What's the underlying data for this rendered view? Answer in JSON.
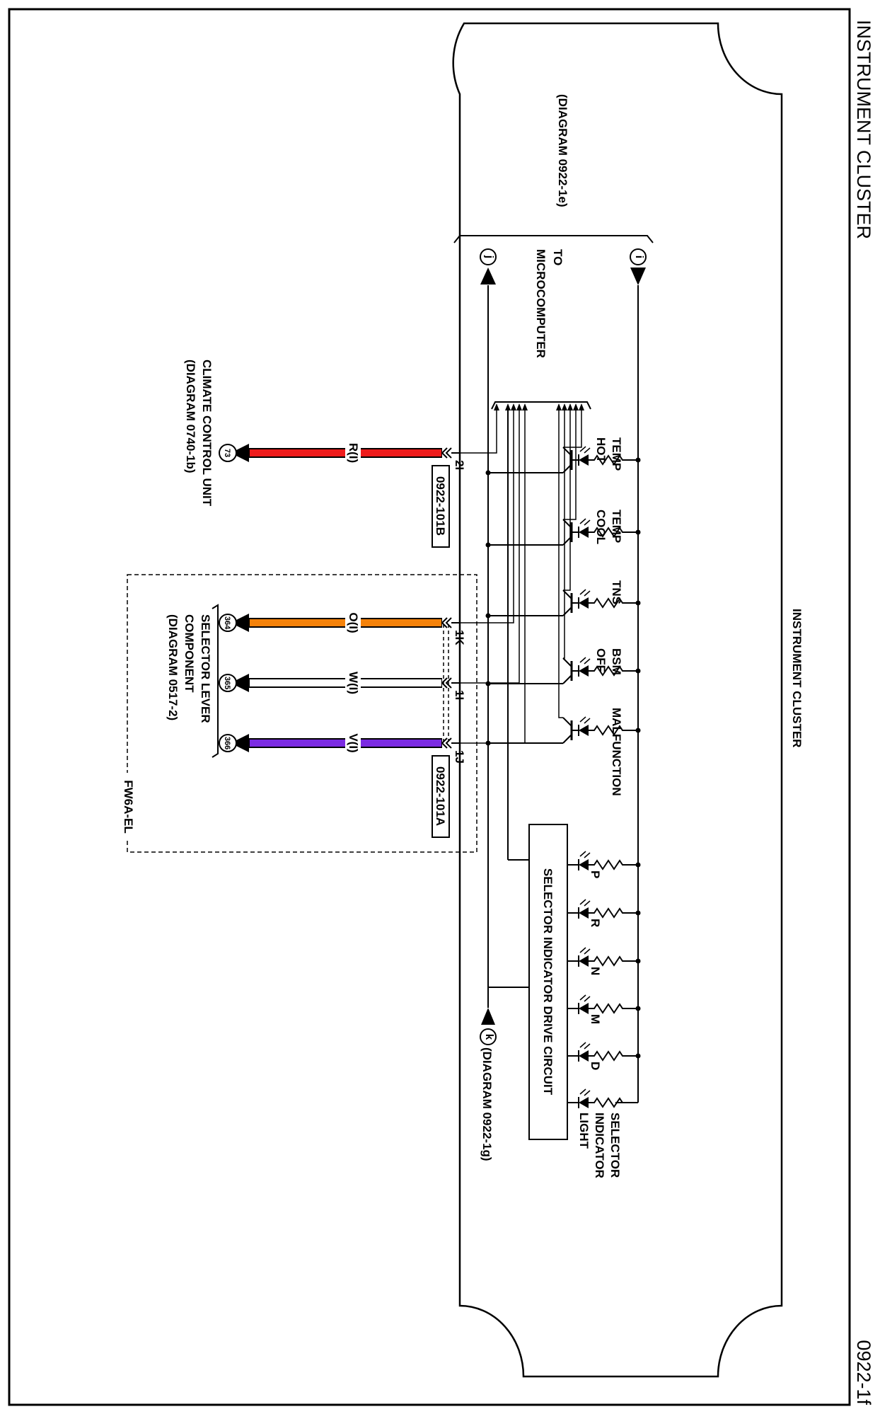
{
  "page": {
    "title": "INSTRUMENT CLUSTER",
    "page_number": "0922-1f"
  },
  "cluster": {
    "name": "INSTRUMENT CLUSTER",
    "to_micro_line1": "TO",
    "to_micro_line2": "MICROCOMPUTER",
    "diagram_ref_top": "(DIAGRAM 0922-1e)",
    "diagram_ref_bottom": "(DIAGRAM 0922-1g)",
    "node_top_left": "j",
    "node_top_right": "i",
    "node_bottom": "k"
  },
  "indicators": [
    {
      "line1": "TEMP",
      "line2": "HOT"
    },
    {
      "line1": "TEMP",
      "line2": "COOL"
    },
    {
      "line1": "TNS",
      "line2": ""
    },
    {
      "line1": "BSM",
      "line2": "OFF"
    },
    {
      "line1": "MALFUNCTION",
      "line2": ""
    }
  ],
  "selector_lights": [
    "P",
    "R",
    "N",
    "M",
    "D"
  ],
  "selector_indicator": {
    "line1": "SELECTOR",
    "line2": "INDICATOR",
    "line3": "LIGHT",
    "drive_circuit": "SELECTOR INDICATOR DRIVE CIRCUIT"
  },
  "connectors": {
    "b": "0922-101B",
    "a": "0922-101A"
  },
  "wires": [
    {
      "pin": "2I",
      "label": "R(I)",
      "color": "#ee1c1c",
      "dest": "73"
    },
    {
      "pin": "1K",
      "label": "O(I)",
      "color": "#f5820a",
      "dest": "364"
    },
    {
      "pin": "1I",
      "label": "W(I)",
      "color": "#ffffff",
      "dest": "365"
    },
    {
      "pin": "1J",
      "label": "V(I)",
      "color": "#7b2be2",
      "dest": "366"
    }
  ],
  "external": {
    "climate_line1": "CLIMATE CONTROL UNIT",
    "climate_line2": "(DIAGRAM 0740-1b)",
    "selector_line1": "SELECTOR LEVER",
    "selector_line2": "COMPONENT",
    "selector_line3": "(DIAGRAM 0517-2)",
    "spec_tag": "FW6A-EL"
  }
}
